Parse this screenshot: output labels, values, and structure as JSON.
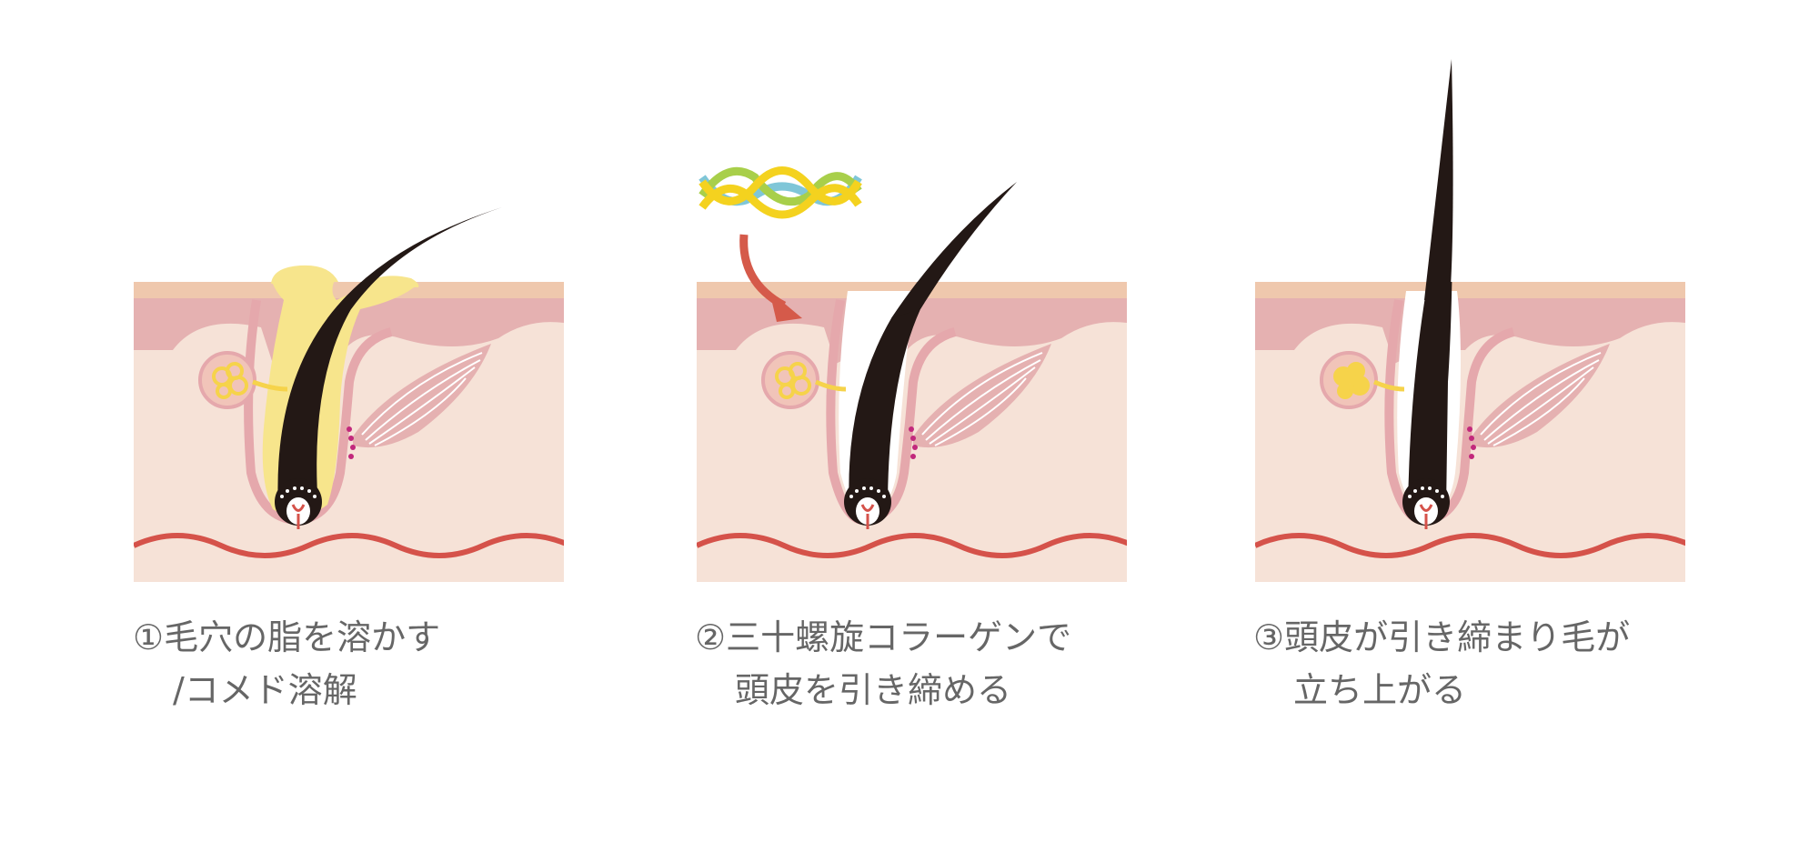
{
  "captions": [
    {
      "line1": "①毛穴の脂を溶かす",
      "line2": "/コメド溶解"
    },
    {
      "line1": "②三十螺旋コラーゲンで",
      "line2": "頭皮を引き締める"
    },
    {
      "line1": "③頭皮が引き締まり毛が",
      "line2": "立ち上がる"
    }
  ],
  "colors": {
    "skin_surface": "#efc8ad",
    "epidermis": "#e5b1b1",
    "dermis": "#f6e2d7",
    "outline": "#e5a8ac",
    "blood_vessel": "#d5524a",
    "hair": "#231815",
    "sebum": "#f7e58c",
    "sebaceous_gland": "#f6d34a",
    "arrow": "#d55a4a",
    "helix_yellow": "#f4d21f",
    "helix_blue": "#7fc6d8",
    "helix_green": "#a8cf4a",
    "dots": "#c2287c"
  },
  "icons": [
    "collagen-helix-icon",
    "down-arrow-icon"
  ]
}
